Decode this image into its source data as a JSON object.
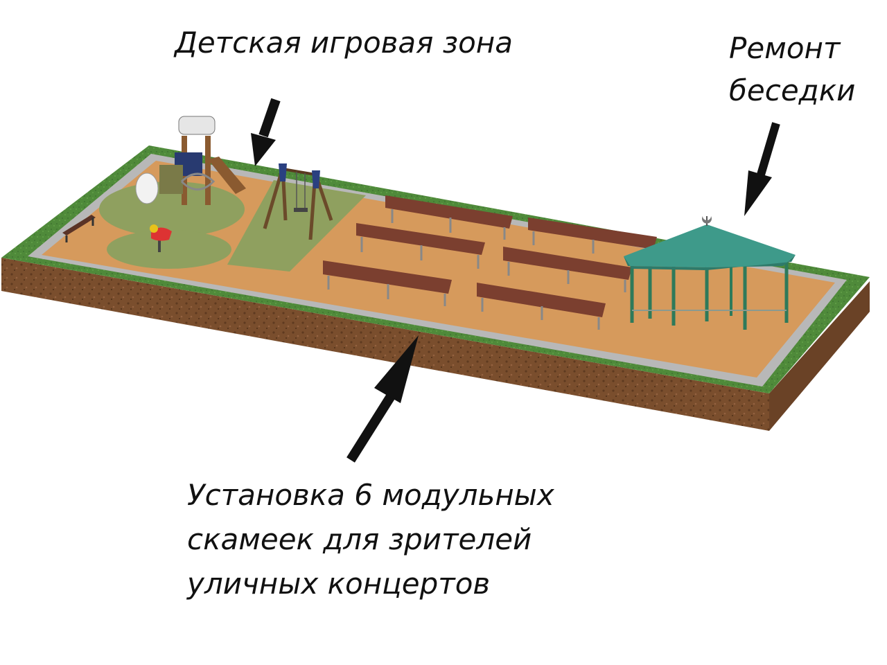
{
  "labels": {
    "playground": "Детская игровая зона",
    "gazebo_line1": "Ремонт",
    "gazebo_line2": "беседки",
    "benches_line1": "Установка 6 модульных",
    "benches_line2": "скамеек для зрителей",
    "benches_line3": "уличных концертов"
  },
  "colors": {
    "lawn": "#4f8a3a",
    "sand": "#d69a5c",
    "border": "#b8b8b8",
    "soil": "#7a4e2d",
    "grass_pad": "#8fa05f",
    "bench_wood": "#7b3f2f",
    "gazebo_roof": "#3e9a8a",
    "gazebo_post": "#2e7a5a",
    "arrow": "#111111"
  }
}
